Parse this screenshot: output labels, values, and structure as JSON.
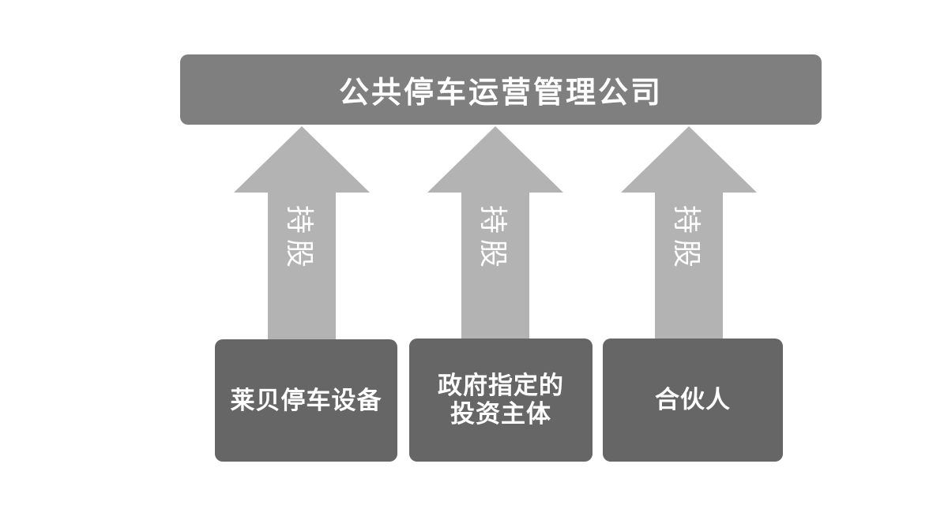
{
  "diagram": {
    "top_box": {
      "label": "公共停车运营管理公司"
    },
    "arrows": [
      {
        "label": "持股"
      },
      {
        "label": "持股"
      },
      {
        "label": "持股"
      }
    ],
    "bottom_boxes": [
      {
        "label": "莱贝停车设备"
      },
      {
        "label": "政府指定的\n投资主体"
      },
      {
        "label": "合伙人"
      }
    ]
  },
  "colors": {
    "top_box": "#7f7f7f",
    "bottom_box": "#666666",
    "arrow": "#b3b3b3",
    "text": "#ffffff",
    "background": "#ffffff"
  }
}
